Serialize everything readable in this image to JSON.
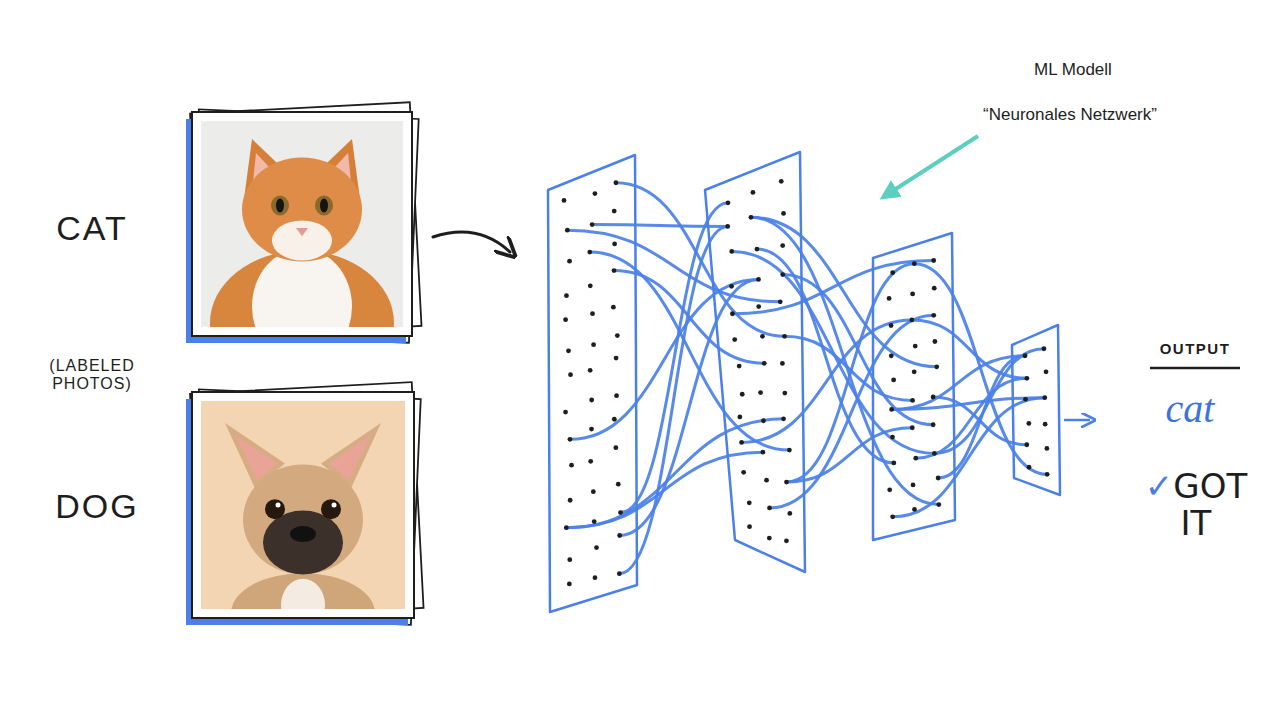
{
  "diagram": {
    "labels": [
      "ML Modell",
      "“Neuronales Netzwerk”",
      "CAT",
      "(LABELED PHOTOS)",
      "DOG",
      "OUTPUT",
      "cat",
      "✓GOT IT"
    ]
  }
}
